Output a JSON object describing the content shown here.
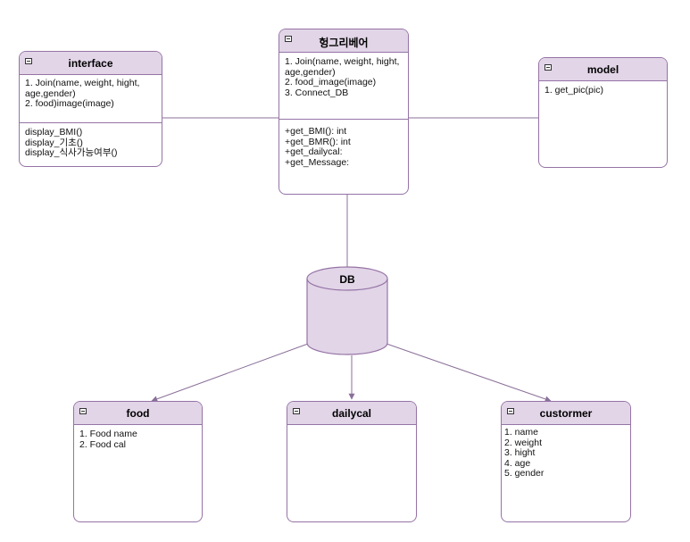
{
  "classes": {
    "interface": {
      "title": "interface",
      "attributes": [
        "1. Join(name, weight, hight,",
        "age,gender)",
        "2. food)image(image)"
      ],
      "methods": [
        "display_BMI()",
        "display_기초()",
        "display_식사가능여부()"
      ]
    },
    "hungry": {
      "title": "헝그리베어",
      "attributes": [
        "1. Join(name, weight, hight,",
        "age,gender)",
        "2. food_image(image)",
        "3. Connect_DB"
      ],
      "methods": [
        "+get_BMI(): int",
        "+get_BMR(): int",
        "+get_dailycal:",
        "+get_Message:"
      ]
    },
    "model": {
      "title": "model",
      "attributes": [
        "1. get_pic(pic)"
      ]
    },
    "food": {
      "title": "food",
      "attributes": [
        "1. Food name",
        "2. Food cal"
      ]
    },
    "dailycal": {
      "title": "dailycal",
      "attributes": []
    },
    "customer": {
      "title": "custormer",
      "attributes": [
        "1. name",
        "2. weight",
        "3. hight",
        "4. age",
        "5. gender"
      ]
    }
  },
  "db": {
    "title": "DB"
  },
  "colors": {
    "fill": "#e1d5e7",
    "stroke": "#9673a6",
    "line": "#8a7099"
  }
}
